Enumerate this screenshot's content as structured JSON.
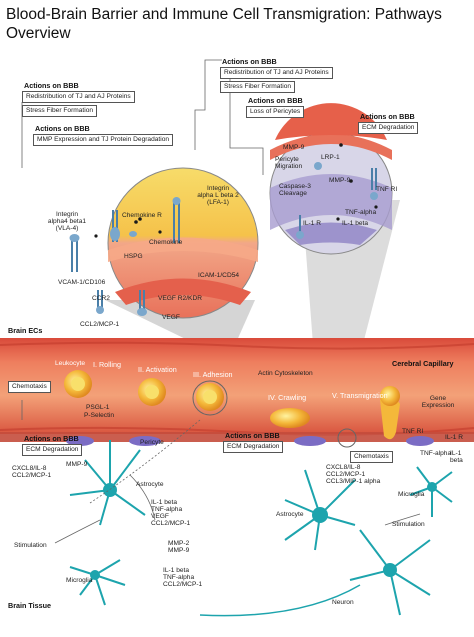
{
  "title": "Blood-Brain Barrier and Immune Cell Transmigration: Pathways Overview",
  "actions_heading": "Actions on BBB",
  "boxes": {
    "tj_aj_left": "Redistribution of TJ and AJ Proteins",
    "stress_left": "Stress Fiber Formation",
    "mmp_tj": "MMP Expression and TJ Protein Degradation",
    "tj_aj_right": "Redistribution of TJ and AJ Proteins",
    "stress_right": "Stress Fiber Formation",
    "pericytes": "Loss of Pericytes",
    "ecm_top": "ECM Degradation",
    "chemotaxis_left": "Chemotaxis",
    "ecm_left": "ECM Degradation",
    "ecm_mid": "ECM Degradation",
    "chemotaxis_right": "Chemotaxis"
  },
  "left_circle": {
    "integrin_a4": [
      "Integrin",
      "alpha4 beta1",
      "(VLA-4)"
    ],
    "chemokine_r": "Chemokine R",
    "integrin_al": [
      "Integrin",
      "alpha L beta 2",
      "(LFA-1)"
    ],
    "chemokine": "Chemokine",
    "hspg": "HSPG",
    "vcam": "VCAM-1/CD106",
    "icam": "ICAM-1/CD54",
    "ccr2": "CCR2",
    "vegf_r2": "VEGF R2/KDR",
    "ccl2": "CCL2/MCP-1",
    "vegf": "VEGF"
  },
  "right_circle": {
    "mmp9_a": "MMP-9",
    "lrp1": "LRP-1",
    "pericyte_migration": [
      "Pericyte",
      "Migration"
    ],
    "mmp9_b": "MMP-9",
    "tnf_ri": "TNF RI",
    "caspase": [
      "Caspase-3",
      "Cleavage"
    ],
    "tnf_alpha": "TNF-alpha",
    "il1r": "IL-1 R",
    "il1beta": "IL-1 beta"
  },
  "sections": {
    "brain_ecs": "Brain ECs",
    "cerebral_capillary": "Cerebral Capillary",
    "brain_tissue": "Brain Tissue"
  },
  "capillary": {
    "leukocyte": "Leukocyte",
    "rolling": "I. Rolling",
    "activation": "II. Activation",
    "adhesion": "III. Adhesion",
    "actin": "Actin Cytoskeleton",
    "crawling": "IV. Crawling",
    "transmigration": "V. Transmigration",
    "psgl": "PSGL-1",
    "pselectin": "P-Selectin",
    "pericyte": "Pericyte",
    "gene_expression": [
      "Gene",
      "Expression"
    ],
    "tnf_ri": "TNF RI",
    "il1r": "IL-1 R",
    "tnf_alpha": "TNF-alpha",
    "il1beta": [
      "IL-1",
      "beta"
    ]
  },
  "tissue": {
    "mmp9": "MMP-9",
    "cxcl8_left": [
      "CXCL8/IL-8",
      "CCL2/MCP-1"
    ],
    "astrocyte_left": "Astrocyte",
    "cytokines_mid": [
      "IL-1 beta",
      "TNF-alpha",
      "VEGF",
      "CCL2/MCP-1"
    ],
    "mmp29": [
      "MMP-2",
      "MMP-9"
    ],
    "stimulation_left": "Stimulation",
    "microglia_left": "Microglia",
    "cytokines_low": [
      "IL-1 beta",
      "TNF-alpha",
      "CCL2/MCP-1"
    ],
    "cxcl_right": [
      "CXCL8/IL-8",
      "CCL2/MCP-1",
      "CCL3/MIP-1 alpha"
    ],
    "astrocyte_right": "Astrocyte",
    "microglia_right": "Microglia",
    "stimulation_right": "Stimulation",
    "neuron": "Neuron"
  }
}
